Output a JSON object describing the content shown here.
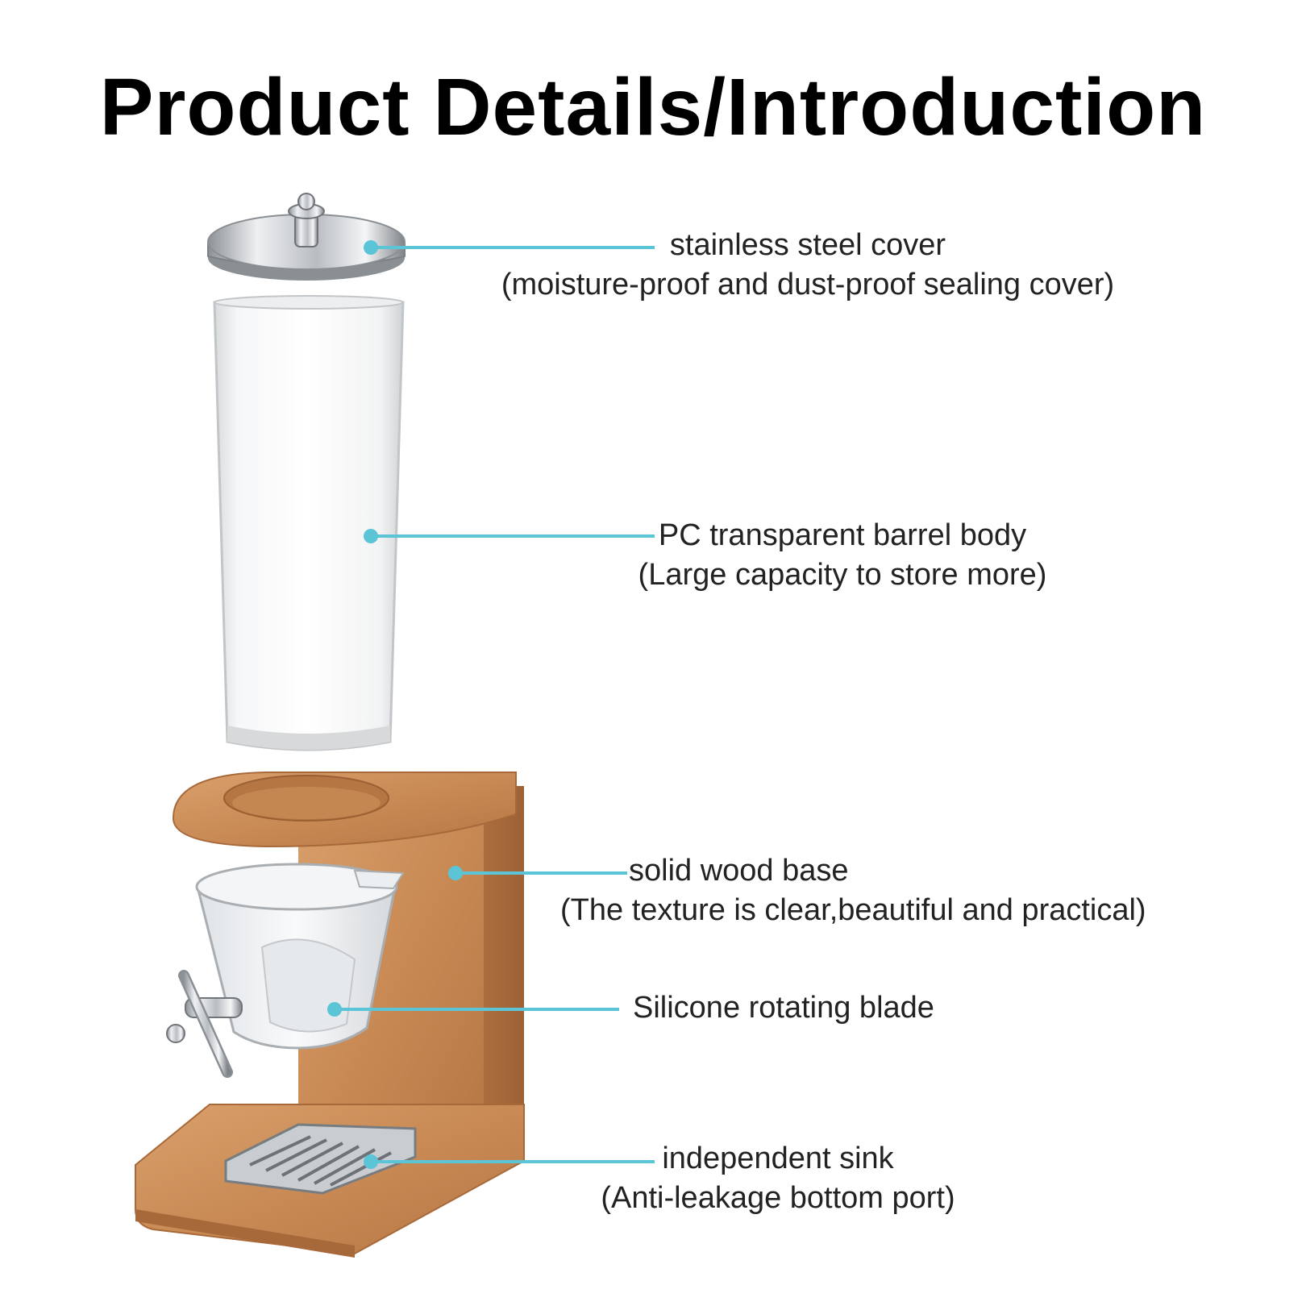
{
  "title": "Product Details/Introduction",
  "colors": {
    "leader": "#5BC4D6",
    "wood": "#C98A55",
    "wood_dark": "#A8693A",
    "steel": "#C9CDD1"
  },
  "callouts": [
    {
      "name": "stainless-steel-cover",
      "main": "stainless steel cover",
      "sub": "(moisture-proof and dust-proof sealing cover)"
    },
    {
      "name": "pc-barrel-body",
      "main": "PC transparent barrel body",
      "sub": "(Large capacity to store more)"
    },
    {
      "name": "solid-wood-base",
      "main": "solid wood base",
      "sub": "(The texture is clear,beautiful and practical)"
    },
    {
      "name": "silicone-rotating-blade",
      "main": "Silicone rotating blade",
      "sub": ""
    },
    {
      "name": "independent-sink",
      "main": "independent sink",
      "sub": "(Anti-leakage bottom port)"
    }
  ]
}
